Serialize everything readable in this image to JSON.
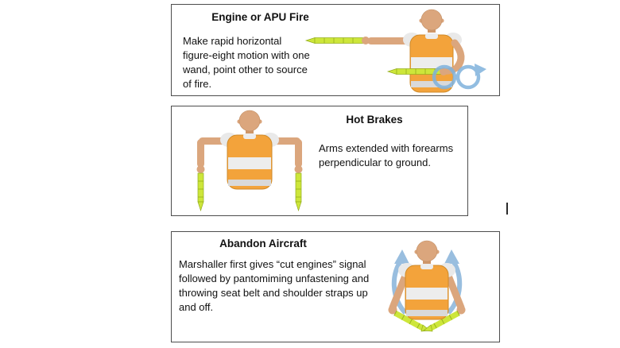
{
  "panels": [
    {
      "title": "Engine or APU Fire",
      "description": "Make rapid horizontal figure-eight motion with one wand, point other to source of fire."
    },
    {
      "title": "Hot Brakes",
      "description": "Arms extended with forearms perpendicular to ground."
    },
    {
      "title": "Abandon Aircraft",
      "description": "Marshaller first gives “cut engines” signal followed by pantomiming unfastening and throwing seat belt and shoulder straps up and off."
    }
  ],
  "colors": {
    "vest": "#f3a33b",
    "vest_stripe": "#ededed",
    "skin": "#dba67d",
    "wand": "#cde63a",
    "arrow": "#7fb2dc",
    "panel_border": "#4d4d4d"
  }
}
